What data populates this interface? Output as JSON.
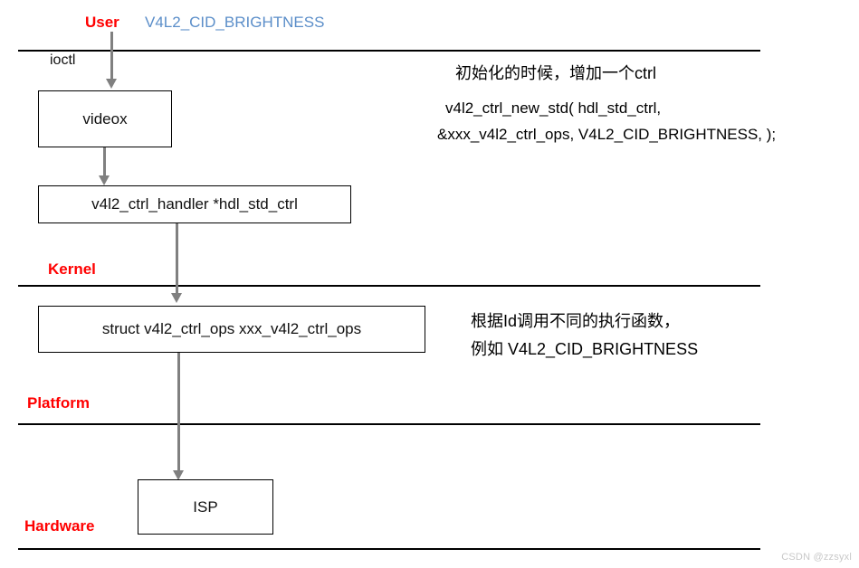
{
  "title": {
    "user_label": "User",
    "ctrl_id": "V4L2_CID_BRIGHTNESS"
  },
  "layers": [
    {
      "name": "user",
      "label": "User"
    },
    {
      "name": "kernel",
      "label": "Kernel"
    },
    {
      "name": "platform",
      "label": "Platform"
    },
    {
      "name": "hardware",
      "label": "Hardware"
    }
  ],
  "edges": {
    "ioctl_label": "ioctl"
  },
  "boxes": [
    {
      "name": "videox",
      "label": "videox"
    },
    {
      "name": "ctrl-handler",
      "label": "v4l2_ctrl_handler *hdl_std_ctrl"
    },
    {
      "name": "ctrl-ops",
      "label": "struct v4l2_ctrl_ops xxx_v4l2_ctrl_ops"
    },
    {
      "name": "isp",
      "label": "ISP"
    }
  ],
  "annotations": {
    "init": {
      "line1": "初始化的时候，增加一个ctrl",
      "line2": "v4l2_ctrl_new_std( hdl_std_ctrl,",
      "line3": "&xxx_v4l2_ctrl_ops, V4L2_CID_BRIGHTNESS, );"
    },
    "dispatch": {
      "line1": "根据Id调用不同的执行函数，",
      "line2": "例如 V4L2_CID_BRIGHTNESS"
    }
  },
  "watermark": "CSDN @zzsyxl",
  "colors": {
    "accent_red": "#ff0000",
    "accent_blue": "#5b8ec9",
    "arrow_gray": "#808080",
    "line_black": "#000000"
  }
}
